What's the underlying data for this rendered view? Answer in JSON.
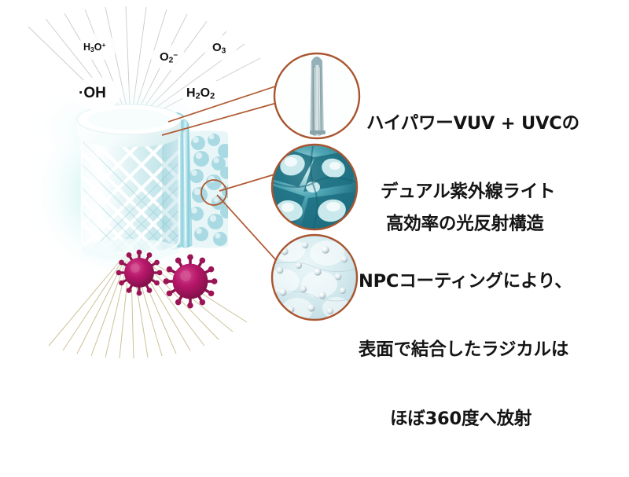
{
  "meta": {
    "background_color": "#ffffff",
    "text_color": "#141414",
    "accent_circle_color": "#a9552f",
    "leader_line_color": "#b05a33",
    "glow_color": "#8fe3e0",
    "device_color": "#b9e4e8",
    "virus_color": "#b5195a",
    "upper_ray_color": "#b9b9bd",
    "lower_ray_color": "#c9bd8e"
  },
  "molecules": [
    {
      "id": "h3o",
      "label": "H3O+",
      "base": "H",
      "sub": "3",
      "tail": "O",
      "sup": "+"
    },
    {
      "id": "o2",
      "label": "O2-",
      "base": "O",
      "sub": "2",
      "tail": "",
      "sup": "–"
    },
    {
      "id": "o3",
      "label": "O3",
      "base": "O",
      "sub": "3",
      "tail": "",
      "sup": ""
    },
    {
      "id": "oh",
      "label": "·OH",
      "base": "·OH",
      "sub": "",
      "tail": "",
      "sup": ""
    },
    {
      "id": "h2o2",
      "label": "H2O2",
      "base": "H",
      "sub": "2",
      "tail": "O",
      "sup": ""
    }
  ],
  "callouts": [
    {
      "id": "uv-lamp",
      "icon": "uv-lamp-tube-icon",
      "caption_lines": [
        "ハイパワーVUV + UVCの",
        "デュアル紫外線ライト"
      ]
    },
    {
      "id": "reflector",
      "icon": "crystal-reflector-icon",
      "caption_lines": [
        "高効率の光反射構造"
      ]
    },
    {
      "id": "npc-coating",
      "icon": "nanoparticle-coating-icon",
      "caption_lines": [
        "NPCコーティングにより、",
        "表面で結合したラジカルは",
        "ほぼ360度へ放射"
      ]
    }
  ],
  "device": {
    "name": "cylindrical photocatalytic reactor",
    "parts": [
      "top-cap",
      "diamond-lattice-mesh",
      "uv-lamp-tubes",
      "cutaway-panel"
    ]
  },
  "pathogens": {
    "count": 2,
    "name": "virus-particle"
  }
}
